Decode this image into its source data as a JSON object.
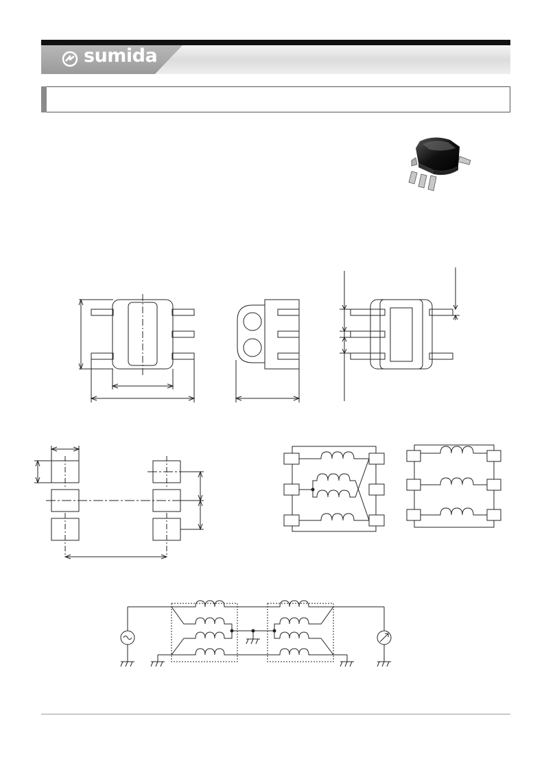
{
  "brand": {
    "name": "sumida",
    "logo_icon": "sumida-swirl-logo-icon"
  },
  "colors": {
    "header_dark": "#1e1e1e",
    "header_light": "#e8e8e8",
    "logo_gray": "#a8a8a8",
    "line": "#333333"
  },
  "title": {
    "text": ""
  },
  "figures": {
    "product_photo": "smd-transformer-photo",
    "dimension_views": [
      "top-view",
      "side-view",
      "front-view"
    ],
    "land_pattern": "recommended-land-pattern",
    "connection_diagrams": [
      "winding-diagram-a",
      "winding-diagram-b"
    ],
    "test_circuit": "test-circuit-diagram"
  }
}
